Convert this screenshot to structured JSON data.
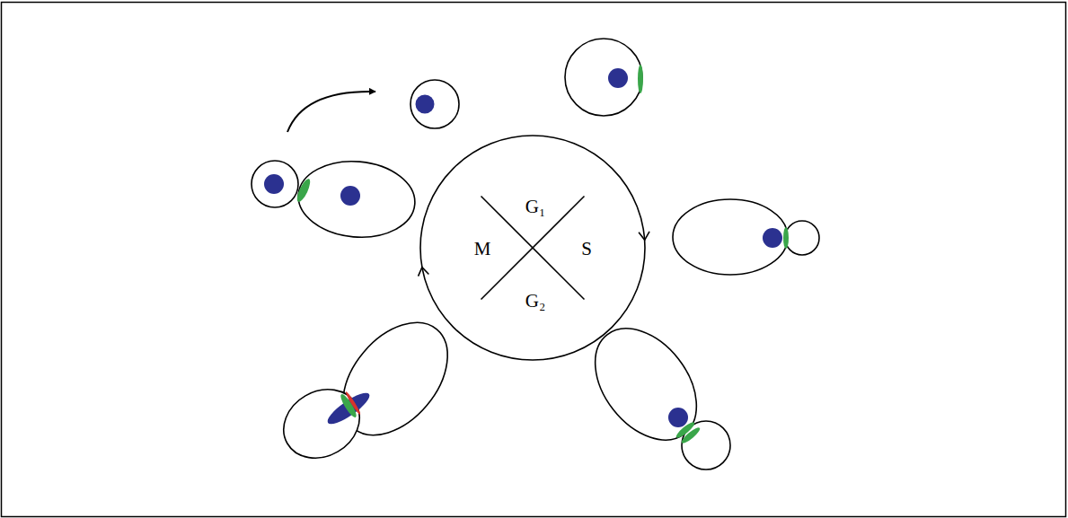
{
  "diagram": {
    "nodes": [
      {
        "text": [
          "G₁",
          "M",
          "S",
          "G₂"
        ]
      }
    ]
  }
}
